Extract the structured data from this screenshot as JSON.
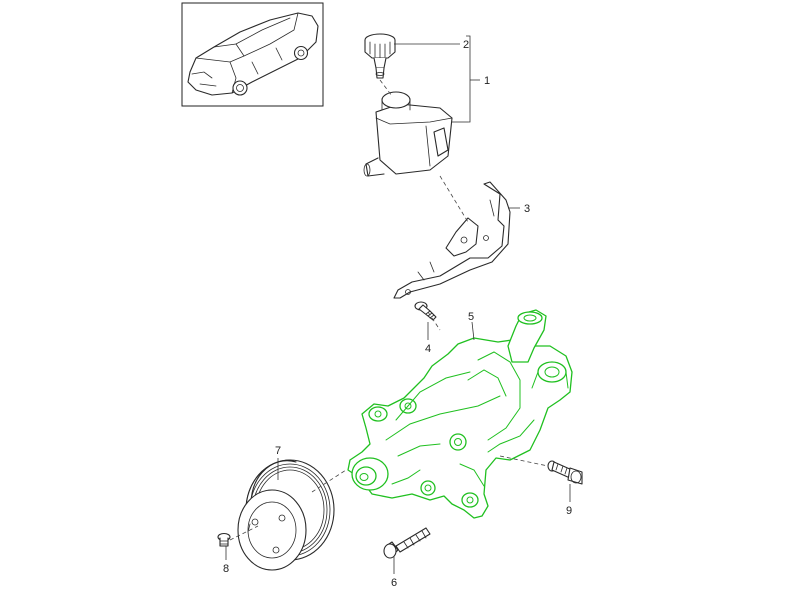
{
  "diagram": {
    "highlight_color": "#20c020",
    "line_color": "#2a2a2a",
    "selected_part": "5",
    "callouts": {
      "c1": "1",
      "c2": "2",
      "c3": "3",
      "c4": "4",
      "c5": "5",
      "c6": "6",
      "c7": "7",
      "c8": "8",
      "c9": "9"
    }
  }
}
